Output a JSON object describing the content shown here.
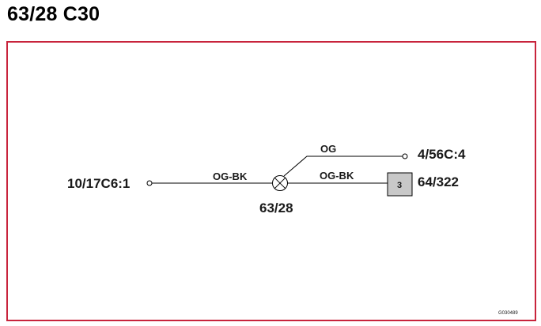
{
  "title": "63/28 C30",
  "colors": {
    "frame_border": "#c8243c",
    "wire": "#000000",
    "connector_fill": "#c8c8c8",
    "text": "#1a1a1a"
  },
  "diagram": {
    "left_terminal": "10/17C6:1",
    "left_wire": "OG-BK",
    "junction": {
      "label": "63/28",
      "icon": "lamp-junction-icon"
    },
    "upper_wire": "OG",
    "upper_terminal": "4/56C:4",
    "lower_wire": "OG-BK",
    "connector_pin": "3",
    "connector_label": "64/322",
    "drawing_code": "G030489"
  }
}
